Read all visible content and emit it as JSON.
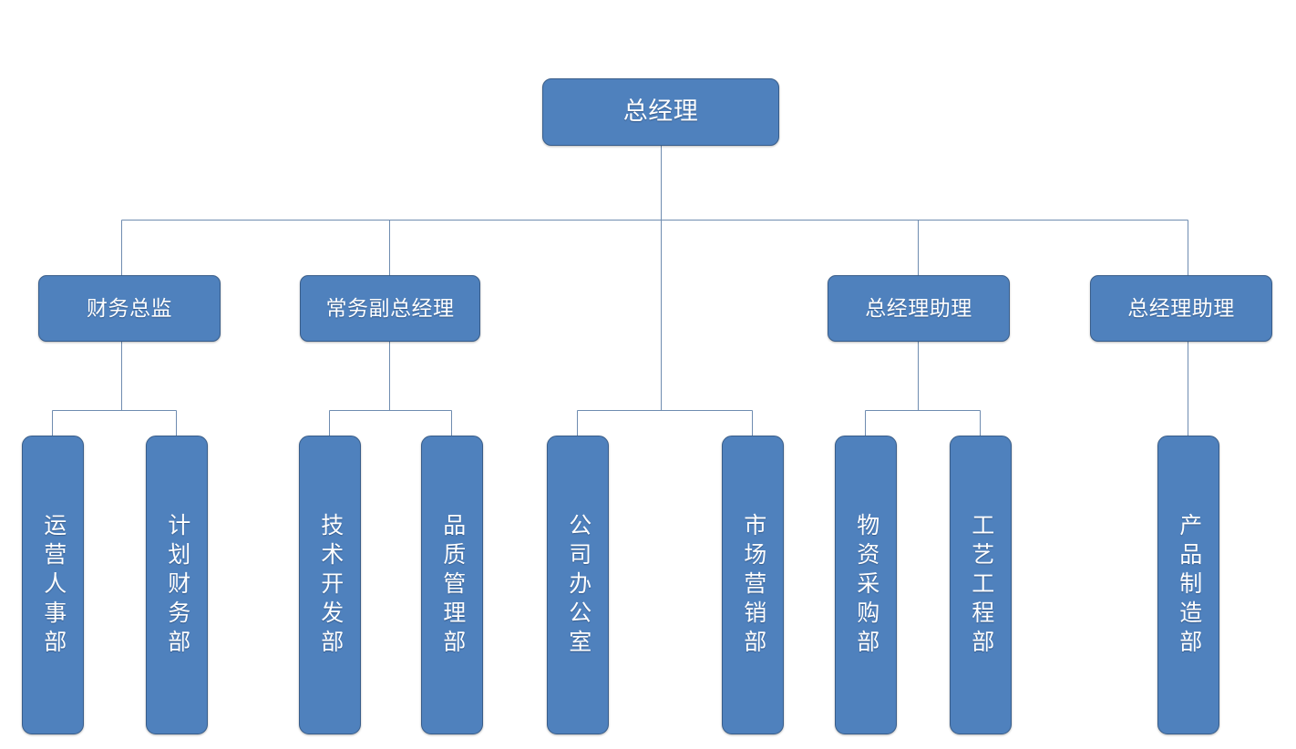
{
  "chart": {
    "type": "org-chart",
    "title": "",
    "palette": {
      "node_fill": "#4f81bd",
      "node_border": "#385d8a",
      "node_text": "#ffffff",
      "connector": "#6f8cb0",
      "background": "#ffffff"
    },
    "levels": [
      {
        "level": 1,
        "nodes": [
          {
            "id": "gm",
            "label": "总经理"
          }
        ]
      },
      {
        "level": 2,
        "nodes": [
          {
            "id": "cfo",
            "label": "财务总监"
          },
          {
            "id": "evp",
            "label": "常务副总经理"
          },
          {
            "id": "gm-assist-1",
            "label": "总经理助理"
          },
          {
            "id": "gm-assist-2",
            "label": "总经理助理"
          }
        ]
      },
      {
        "level": 3,
        "nodes": [
          {
            "id": "dept-ops-hr",
            "label": "运营人事部",
            "parent": "cfo"
          },
          {
            "id": "dept-plan-finance",
            "label": "计划财务部",
            "parent": "cfo"
          },
          {
            "id": "dept-tech-dev",
            "label": "技术开发部",
            "parent": "evp"
          },
          {
            "id": "dept-quality",
            "label": "品质管理部",
            "parent": "evp"
          },
          {
            "id": "dept-office",
            "label": "公司办公室",
            "parent": "gm"
          },
          {
            "id": "dept-marketing",
            "label": "市场营销部",
            "parent": "gm"
          },
          {
            "id": "dept-procurement",
            "label": "物资采购部",
            "parent": "gm-assist-1"
          },
          {
            "id": "dept-process-eng",
            "label": "工艺工程部",
            "parent": "gm-assist-1"
          },
          {
            "id": "dept-manufacturing",
            "label": "产品制造部",
            "parent": "gm-assist-2"
          }
        ]
      }
    ]
  }
}
